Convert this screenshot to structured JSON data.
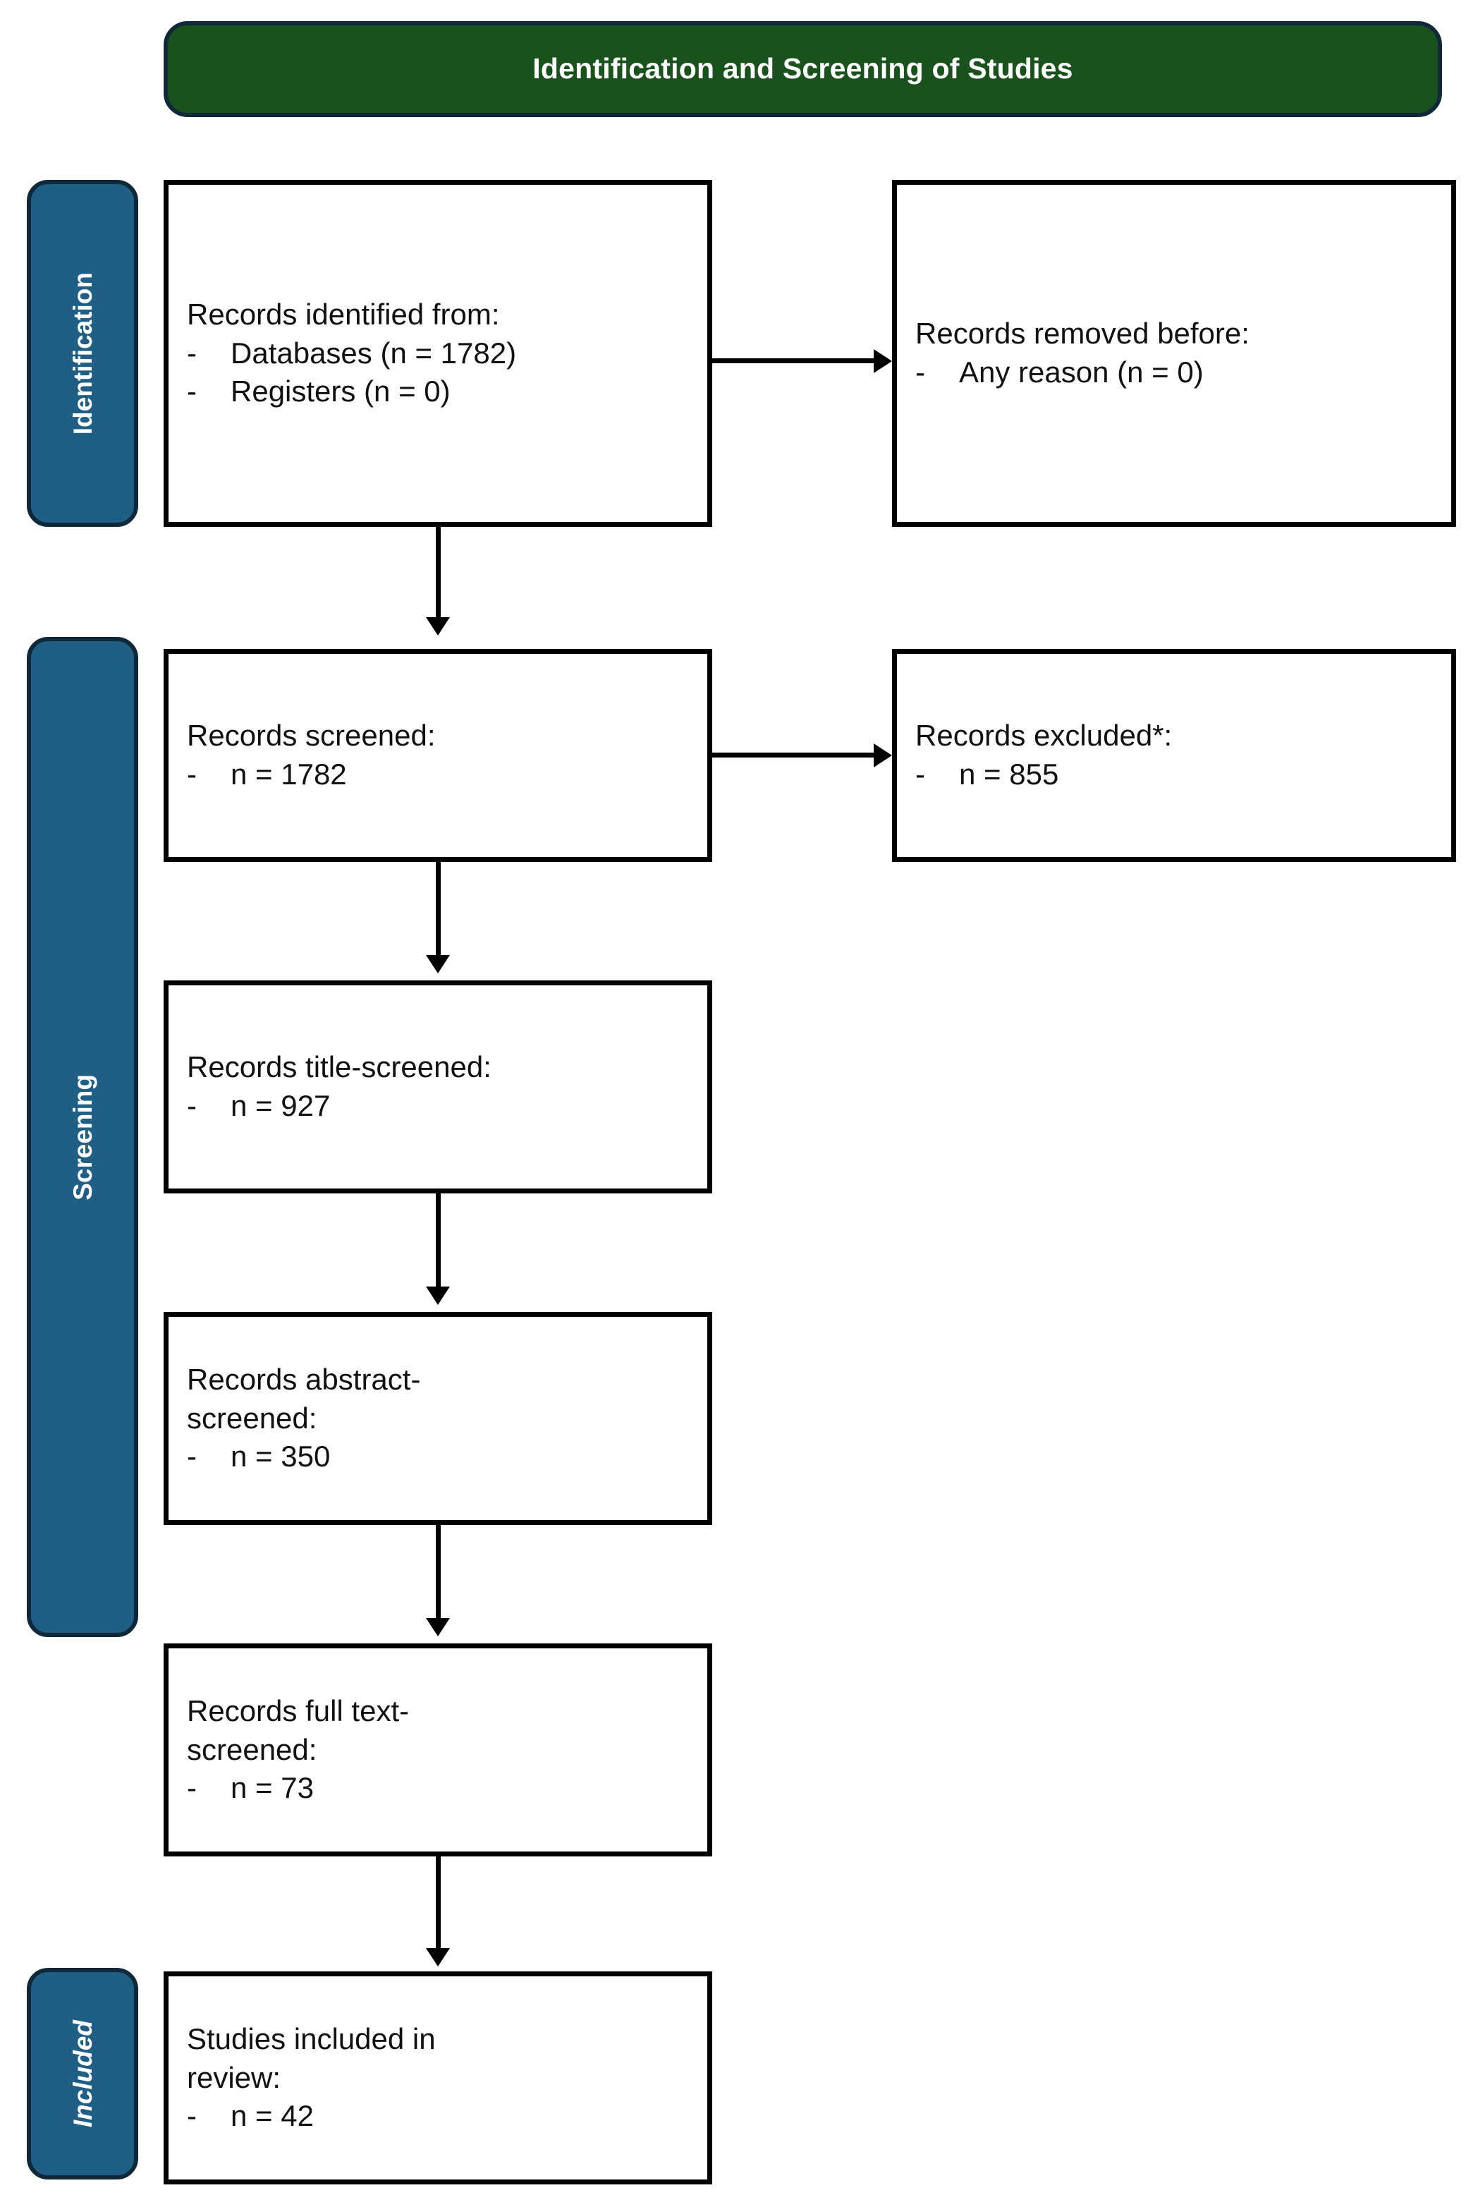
{
  "header": {
    "title": "Identification and Screening of Studies",
    "background_color": "#1A521E",
    "border_color": "#10293A",
    "text_color": "#FFFFFF"
  },
  "stages": [
    {
      "label": "Identification",
      "italic": false,
      "color": "#1F5F85"
    },
    {
      "label": "Screening",
      "italic": false,
      "color": "#1F5F85"
    },
    {
      "label": "Included",
      "italic": true,
      "color": "#1F5F85"
    }
  ],
  "boxes": {
    "identified": {
      "heading": "Records identified from:",
      "bullets": [
        {
          "marker": "-",
          "text": "Databases (n = 1782)"
        },
        {
          "marker": "-",
          "text": "Registers (n = 0)"
        }
      ]
    },
    "removed": {
      "heading": "Records removed before:",
      "bullets": [
        {
          "marker": "-",
          "text": "Any reason (n = 0)"
        }
      ]
    },
    "screened": {
      "heading": "Records screened:",
      "bullets": [
        {
          "marker": "-",
          "text": "n = 1782"
        }
      ]
    },
    "excluded": {
      "heading": "Records excluded*:",
      "bullets": [
        {
          "marker": "-",
          "text": "n = 855"
        }
      ]
    },
    "title_screened": {
      "heading": "Records title-screened:",
      "bullets": [
        {
          "marker": "-",
          "text": "n = 927"
        }
      ]
    },
    "abstract_screened": {
      "heading": "Records abstract-\nscreened:",
      "bullets": [
        {
          "marker": "-",
          "text": "n = 350"
        }
      ]
    },
    "full_text_screened": {
      "heading": "Records full text-\nscreened:",
      "bullets": [
        {
          "marker": "-",
          "text": "n = 73"
        }
      ]
    },
    "included": {
      "heading": "Studies included in\nreview:",
      "bullets": [
        {
          "marker": "-",
          "text": "n = 42"
        }
      ]
    }
  },
  "chart_data": {
    "type": "diagram",
    "title": "Identification and Screening of Studies",
    "diagram_kind": "PRISMA flow diagram",
    "stages": [
      "Identification",
      "Screening",
      "Included"
    ],
    "nodes": [
      {
        "id": "identified",
        "stage": "Identification",
        "label": "Records identified from:",
        "databases": 1782,
        "registers": 0
      },
      {
        "id": "removed",
        "stage": "Identification",
        "label": "Records removed before:",
        "any_reason": 0
      },
      {
        "id": "screened",
        "stage": "Screening",
        "label": "Records screened:",
        "n": 1782
      },
      {
        "id": "excluded",
        "stage": "Screening",
        "label": "Records excluded*:",
        "n": 855
      },
      {
        "id": "title_screened",
        "stage": "Screening",
        "label": "Records title-screened:",
        "n": 927
      },
      {
        "id": "abstract_screened",
        "stage": "Screening",
        "label": "Records abstract-screened:",
        "n": 350
      },
      {
        "id": "full_text_screened",
        "stage": "Screening",
        "label": "Records full text-screened:",
        "n": 73
      },
      {
        "id": "included",
        "stage": "Included",
        "label": "Studies included in review:",
        "n": 42
      }
    ],
    "edges": [
      {
        "from": "identified",
        "to": "removed",
        "direction": "right"
      },
      {
        "from": "identified",
        "to": "screened",
        "direction": "down"
      },
      {
        "from": "screened",
        "to": "excluded",
        "direction": "right"
      },
      {
        "from": "screened",
        "to": "title_screened",
        "direction": "down"
      },
      {
        "from": "title_screened",
        "to": "abstract_screened",
        "direction": "down"
      },
      {
        "from": "abstract_screened",
        "to": "full_text_screened",
        "direction": "down"
      },
      {
        "from": "full_text_screened",
        "to": "included",
        "direction": "down"
      }
    ]
  }
}
